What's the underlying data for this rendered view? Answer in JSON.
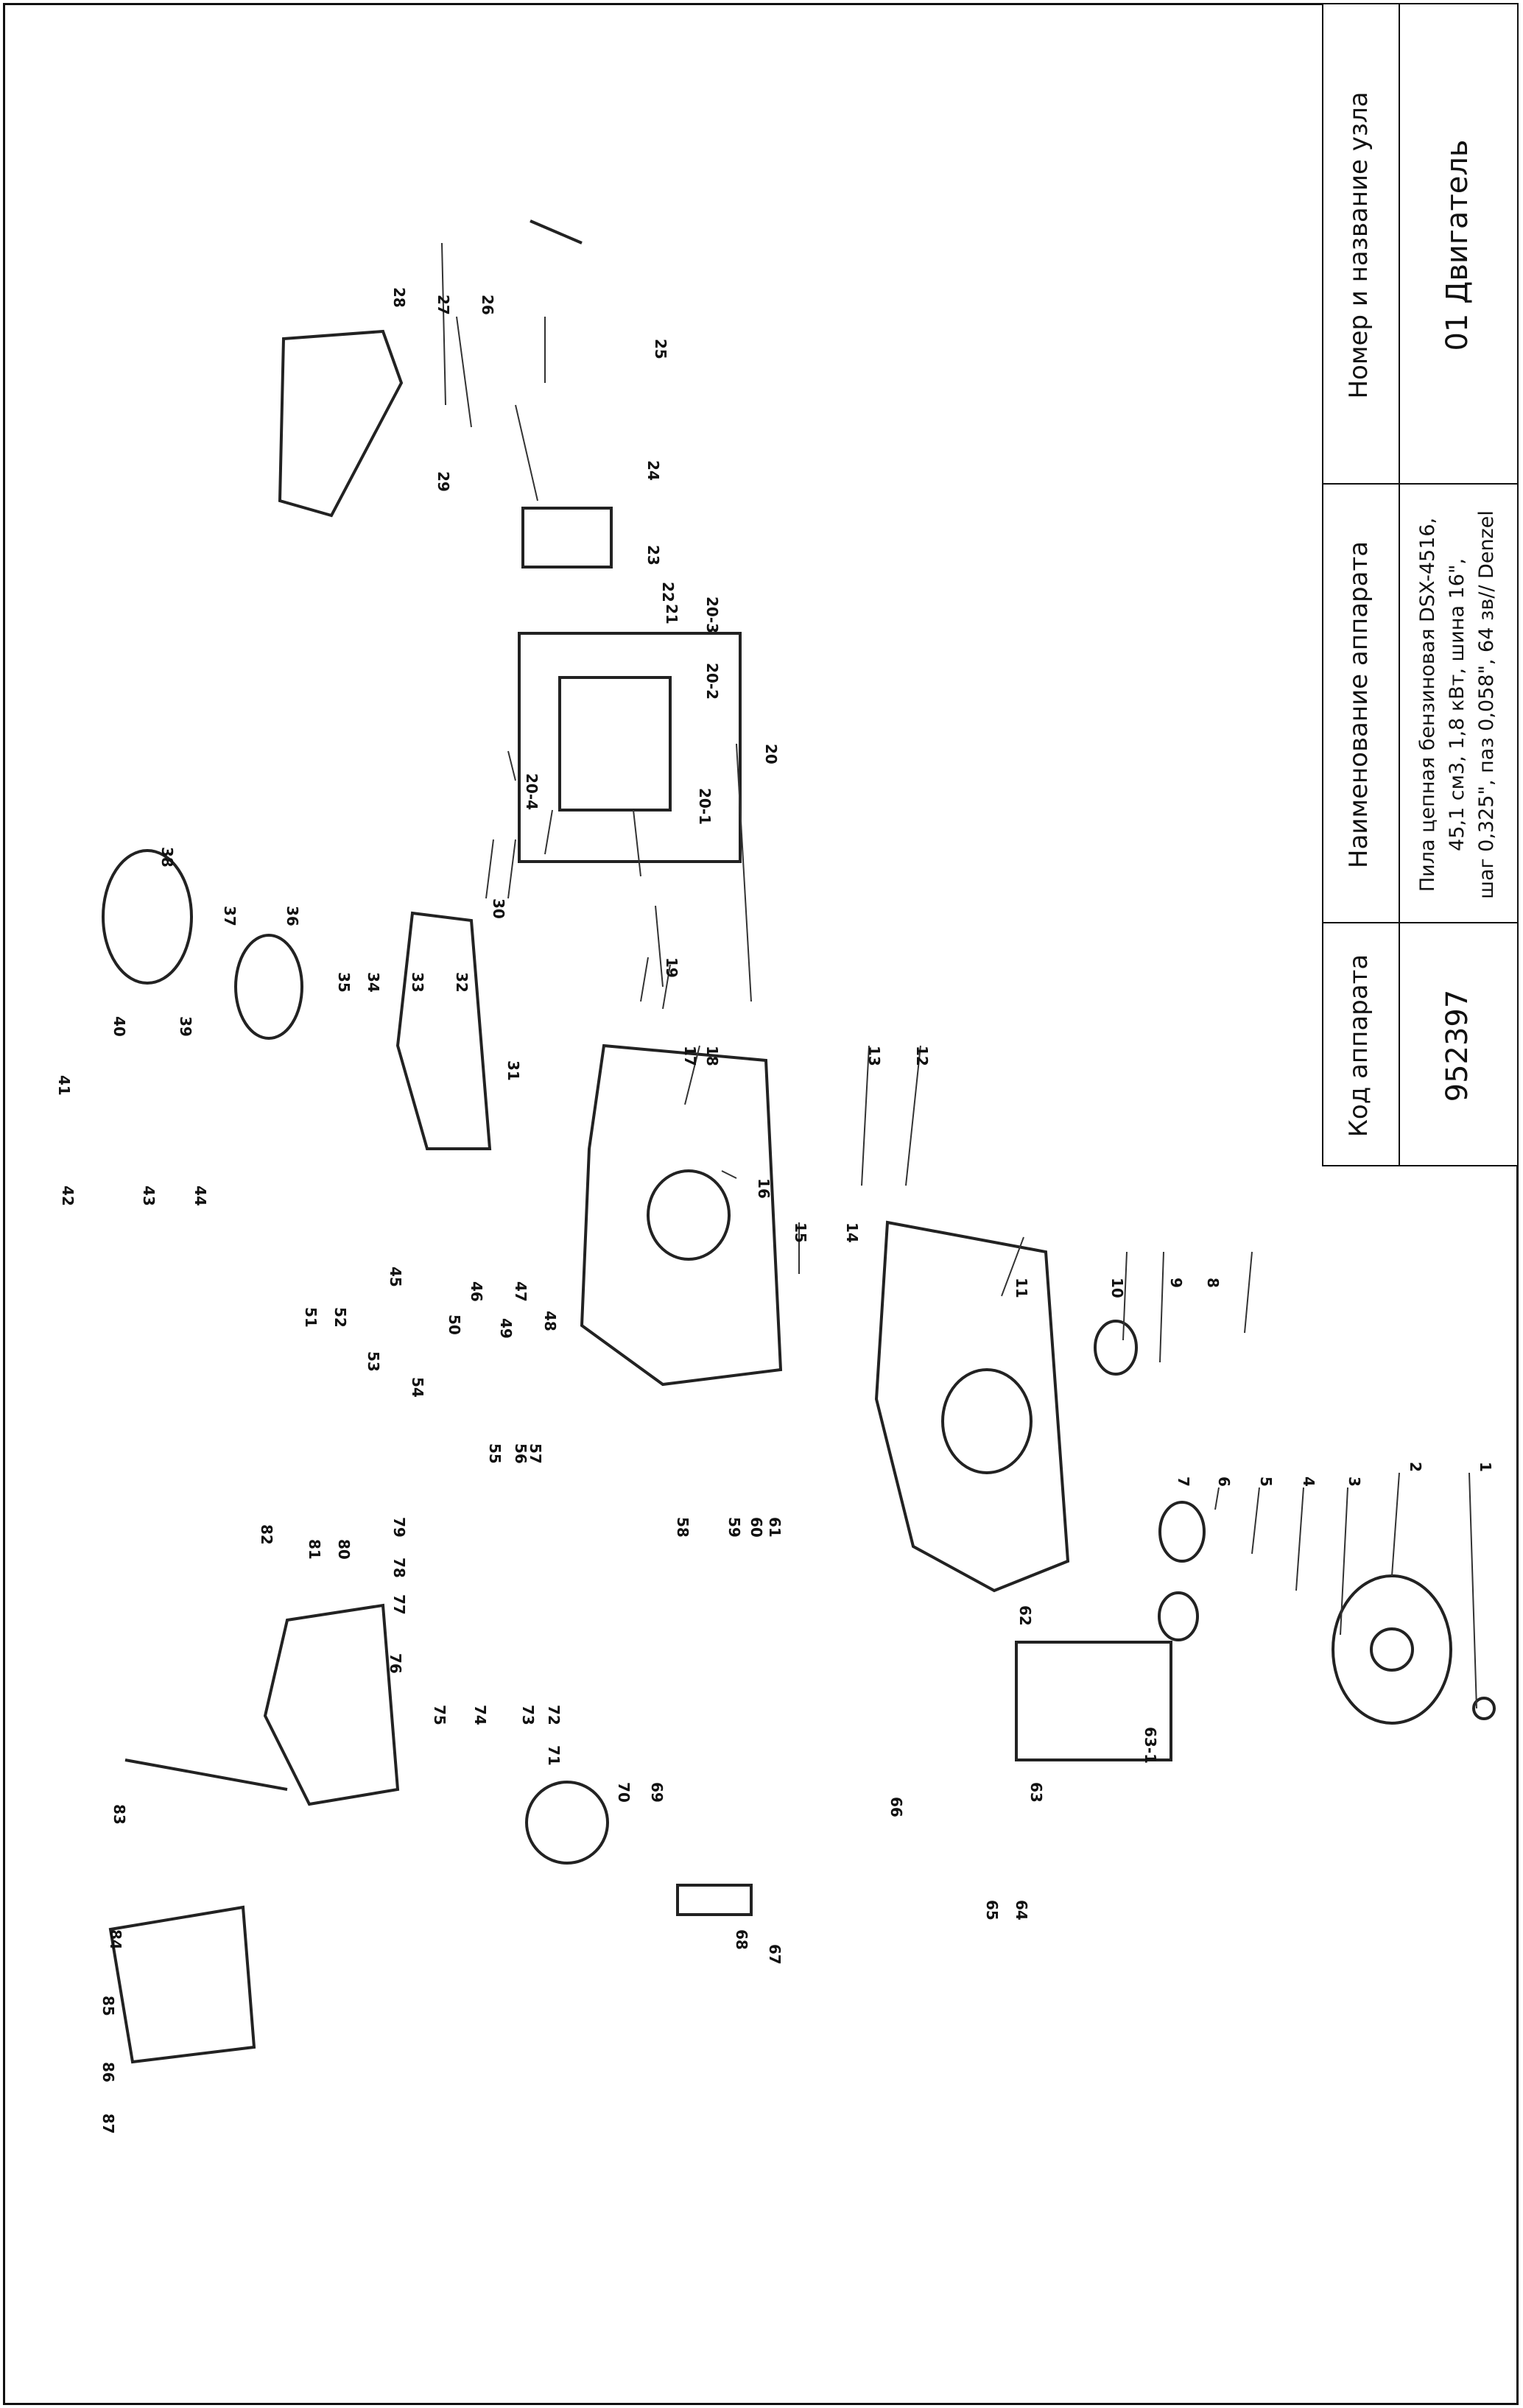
{
  "title_block": {
    "unit_header": "Номер и название узла",
    "unit_value": "01 Двигатель",
    "device_name_header": "Наименование аппарата",
    "device_name_lines": [
      "Пила цепная бензиновая DSX-4516,",
      "45,1 см3, 1,8 кВт, шина 16\",",
      "шаг 0,325\", паз 0,058\", 64 зв// Denzel"
    ],
    "device_code_header": "Код аппарата",
    "device_code_value": "952397"
  },
  "part_labels": [
    "1",
    "2",
    "3",
    "4",
    "5",
    "6",
    "7",
    "8",
    "9",
    "10",
    "11",
    "12",
    "13",
    "14",
    "15",
    "16",
    "17",
    "18",
    "19",
    "20",
    "20-1",
    "20-2",
    "20-3",
    "20-4",
    "21",
    "22",
    "23",
    "24",
    "25",
    "26",
    "27",
    "28",
    "29",
    "30",
    "31",
    "32",
    "33",
    "34",
    "35",
    "36",
    "37",
    "38",
    "39",
    "40",
    "41",
    "42",
    "43",
    "44",
    "45",
    "46",
    "47",
    "48",
    "49",
    "50",
    "51",
    "52",
    "53",
    "54",
    "55",
    "56",
    "57",
    "58",
    "59",
    "60",
    "61",
    "62",
    "63",
    "63-1",
    "64",
    "65",
    "66",
    "67",
    "68",
    "69",
    "70",
    "71",
    "72",
    "73",
    "74",
    "75",
    "76",
    "77",
    "78",
    "79",
    "80",
    "81",
    "82",
    "83",
    "84",
    "85",
    "86",
    "87"
  ]
}
